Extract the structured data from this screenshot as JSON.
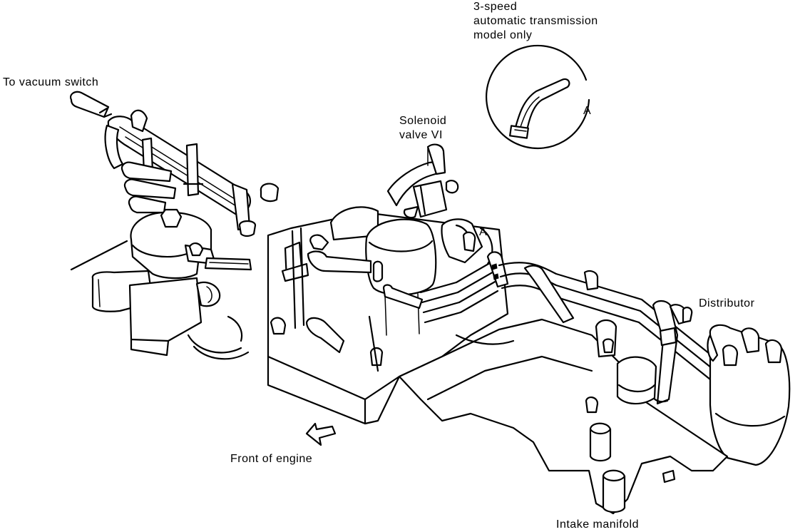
{
  "labels": {
    "trans_line1": "3-speed",
    "trans_line2": "automatic transmission",
    "trans_line3": "model only",
    "vacuum_switch": "To vacuum switch",
    "solenoid_line1": "Solenoid",
    "solenoid_line2": "valve VI",
    "detail_marker": "A",
    "detail_ref": "A",
    "distributor": "Distributor",
    "front_of_engine": "Front of engine",
    "intake_manifold": "Intake manifold"
  }
}
